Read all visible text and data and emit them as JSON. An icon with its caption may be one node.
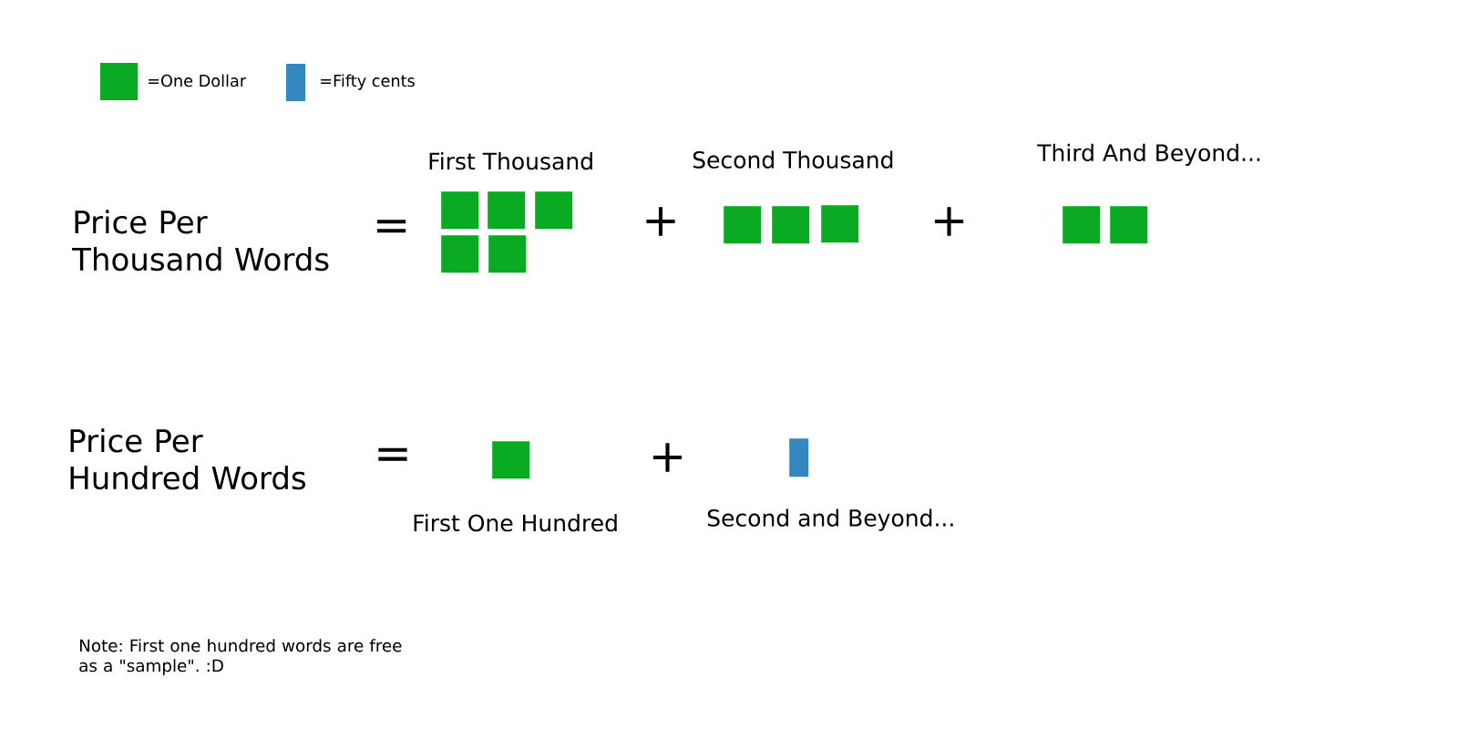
{
  "diagram": {
    "nodes": [
      {
        "text": [],
        "shape": "box"
      },
      {
        "text": [],
        "shape": "box"
      },
      {
        "text": [],
        "shape": "box"
      },
      {
        "text": [],
        "shape": "box"
      },
      {
        "text": [],
        "shape": "box"
      },
      {
        "text": [],
        "shape": "box"
      },
      {
        "text": [],
        "shape": "box"
      },
      {
        "text": [],
        "shape": "box"
      },
      {
        "text": [],
        "shape": "box"
      },
      {
        "text": [],
        "shape": "box"
      },
      {
        "text": [],
        "shape": "box"
      },
      {
        "text": [],
        "shape": "bar"
      }
    ],
    "labels": [
      "Price Per Thousand Words",
      "=",
      "First Thousand",
      "+",
      "Second Thousand",
      "+",
      "Third And Beyond...",
      "Price Per Hundred Words",
      "=",
      "+",
      "First One Hundred",
      "Second and Beyond...",
      "Note: First one hundred words are free as a \"sample\". :D"
    ],
    "legend": [
      {
        "text": "=One Dollar",
        "color": "#0aaa22"
      },
      {
        "text": "=Fifty cents",
        "color": "#3587c0"
      }
    ]
  }
}
